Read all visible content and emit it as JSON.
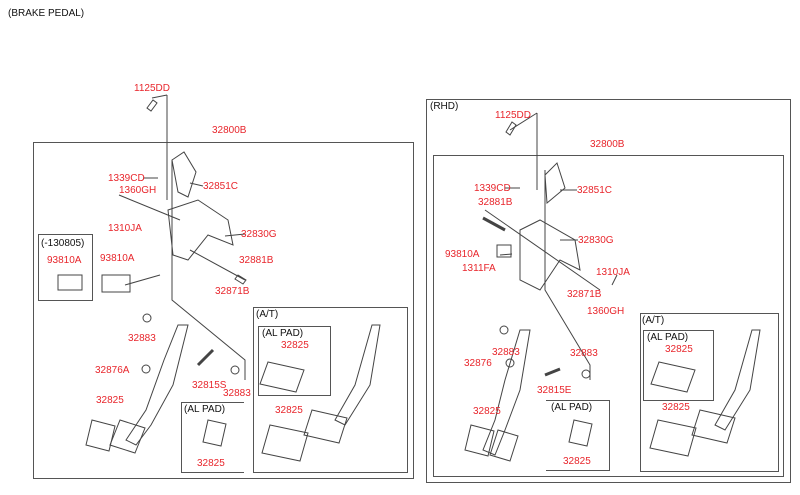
{
  "title": "(BRAKE PEDAL)",
  "accent_color": "#e8262c",
  "left": {
    "part_numbers": {
      "bolt": "1125DD",
      "assembly": "32800B",
      "nut_top": "1339CD",
      "bracket_cover": "32851C",
      "washer": "1360GH",
      "nut": "1310JA",
      "bracket": "32830G",
      "switch": "93810A",
      "pin": "32881B",
      "bolt_lower": "32871B",
      "bushing_1": "32883",
      "stopper": "32876A",
      "spring": "32815S",
      "bushing_2": "32883",
      "pad": "32825"
    },
    "variant_box": {
      "label": "(-130805)",
      "part": "93810A"
    },
    "al_pad_box": {
      "label": "(AL PAD)",
      "part": "32825"
    },
    "at_box": {
      "label": "(A/T)",
      "al_pad": {
        "label": "(AL PAD)",
        "part": "32825"
      },
      "pad": "32825"
    }
  },
  "right": {
    "label": "(RHD)",
    "part_numbers": {
      "bolt": "1125DD",
      "assembly": "32800B",
      "nut_top": "1339CD",
      "bracket_cover": "32851C",
      "pin": "32881B",
      "bracket": "32830G",
      "switch": "93810A",
      "nut_switch": "1311FA",
      "nut": "1310JA",
      "bolt_lower": "32871B",
      "washer": "1360GH",
      "bushing_1": "32883",
      "stopper": "32876",
      "bushing_2": "32883",
      "spring": "32815E",
      "pad": "32825"
    },
    "al_pad_box": {
      "label": "(AL PAD)",
      "part": "32825"
    },
    "at_box": {
      "label": "(A/T)",
      "al_pad": {
        "label": "(AL PAD)",
        "part": "32825"
      },
      "pad": "32825"
    }
  }
}
